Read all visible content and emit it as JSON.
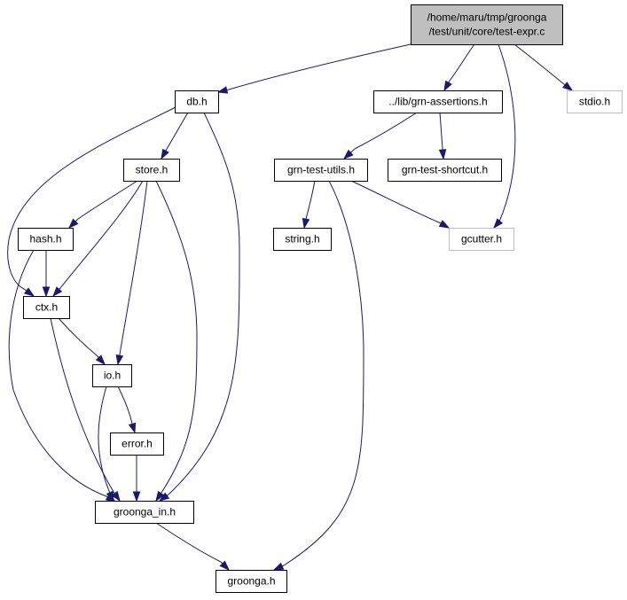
{
  "diagram": {
    "type": "include-dependency-graph",
    "colors": {
      "edge": "#191970",
      "root_fill": "#bfbfbf",
      "root_border": "#000000",
      "node_fill": "#ffffff",
      "node_border": "#000000",
      "external_border": "#bfbfbf",
      "text": "#000000"
    },
    "nodes": [
      {
        "id": "test-expr",
        "lines": [
          "/home/maru/tmp/groonga",
          "/test/unit/core/test-expr.c"
        ],
        "kind": "root"
      },
      {
        "id": "db",
        "lines": [
          "db.h"
        ],
        "kind": "normal"
      },
      {
        "id": "grn-assertions",
        "lines": [
          "../lib/grn-assertions.h"
        ],
        "kind": "normal"
      },
      {
        "id": "stdio",
        "lines": [
          "stdio.h"
        ],
        "kind": "external"
      },
      {
        "id": "store",
        "lines": [
          "store.h"
        ],
        "kind": "normal"
      },
      {
        "id": "grn-test-utils",
        "lines": [
          "grn-test-utils.h"
        ],
        "kind": "normal"
      },
      {
        "id": "grn-test-shortcut",
        "lines": [
          "grn-test-shortcut.h"
        ],
        "kind": "normal"
      },
      {
        "id": "hash",
        "lines": [
          "hash.h"
        ],
        "kind": "normal"
      },
      {
        "id": "string",
        "lines": [
          "string.h"
        ],
        "kind": "normal"
      },
      {
        "id": "gcutter",
        "lines": [
          "gcutter.h"
        ],
        "kind": "external"
      },
      {
        "id": "ctx",
        "lines": [
          "ctx.h"
        ],
        "kind": "normal"
      },
      {
        "id": "io",
        "lines": [
          "io.h"
        ],
        "kind": "normal"
      },
      {
        "id": "error",
        "lines": [
          "error.h"
        ],
        "kind": "normal"
      },
      {
        "id": "groonga_in",
        "lines": [
          "groonga_in.h"
        ],
        "kind": "normal"
      },
      {
        "id": "groonga",
        "lines": [
          "groonga.h"
        ],
        "kind": "normal"
      }
    ],
    "edges": [
      {
        "from": "test-expr",
        "to": "db"
      },
      {
        "from": "test-expr",
        "to": "grn-assertions"
      },
      {
        "from": "test-expr",
        "to": "stdio"
      },
      {
        "from": "test-expr",
        "to": "gcutter"
      },
      {
        "from": "db",
        "to": "store"
      },
      {
        "from": "db",
        "to": "ctx"
      },
      {
        "from": "db",
        "to": "groonga_in"
      },
      {
        "from": "grn-assertions",
        "to": "grn-test-utils"
      },
      {
        "from": "grn-assertions",
        "to": "grn-test-shortcut"
      },
      {
        "from": "store",
        "to": "hash"
      },
      {
        "from": "store",
        "to": "ctx"
      },
      {
        "from": "store",
        "to": "io"
      },
      {
        "from": "store",
        "to": "groonga_in"
      },
      {
        "from": "grn-test-utils",
        "to": "string"
      },
      {
        "from": "grn-test-utils",
        "to": "gcutter"
      },
      {
        "from": "grn-test-utils",
        "to": "groonga"
      },
      {
        "from": "hash",
        "to": "ctx"
      },
      {
        "from": "hash",
        "to": "groonga_in"
      },
      {
        "from": "ctx",
        "to": "io"
      },
      {
        "from": "ctx",
        "to": "groonga_in"
      },
      {
        "from": "io",
        "to": "error"
      },
      {
        "from": "io",
        "to": "groonga_in"
      },
      {
        "from": "error",
        "to": "groonga_in"
      },
      {
        "from": "groonga_in",
        "to": "groonga"
      }
    ]
  }
}
